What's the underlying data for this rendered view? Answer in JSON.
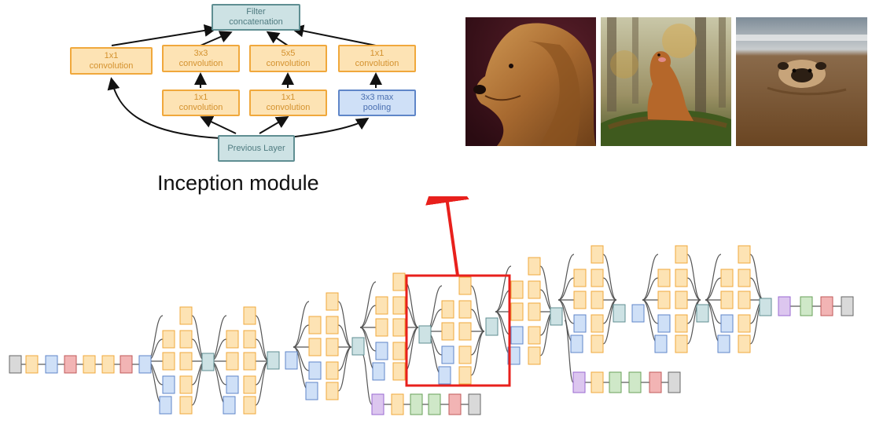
{
  "inception_module": {
    "output": {
      "line1": "Filter",
      "line2": "concatenation"
    },
    "branch_1x1": {
      "line1": "1x1",
      "line2": "convolution"
    },
    "branch_3x3": {
      "line1": "3x3",
      "line2": "convolution"
    },
    "branch_5x5": {
      "line1": "5x5",
      "line2": "convolution"
    },
    "branch_pool_proj": {
      "line1": "1x1",
      "line2": "convolution"
    },
    "reduce_3x3": {
      "line1": "1x1",
      "line2": "convolution"
    },
    "reduce_5x5": {
      "line1": "1x1",
      "line2": "convolution"
    },
    "pool": {
      "line1": "3x3 max",
      "line2": "pooling"
    },
    "input": {
      "label": "Previous Layer"
    }
  },
  "caption": "Inception module",
  "photos": [
    {
      "subject": "golden-retriever-profile"
    },
    {
      "subject": "dog-sitting-in-forest"
    },
    {
      "subject": "pug-lying-on-floor"
    }
  ],
  "colors": {
    "conv": "#fde3b4",
    "conv_border": "#f0a83c",
    "pool": "#cfe0f7",
    "pool_border": "#5f86c8",
    "concat": "#cde2e4",
    "concat_border": "#5f8e92",
    "highlight": "#e8201c",
    "softmax": "#f2b4b4",
    "fc": "#cfe8c8",
    "avgpool": "#dcc6ef"
  }
}
